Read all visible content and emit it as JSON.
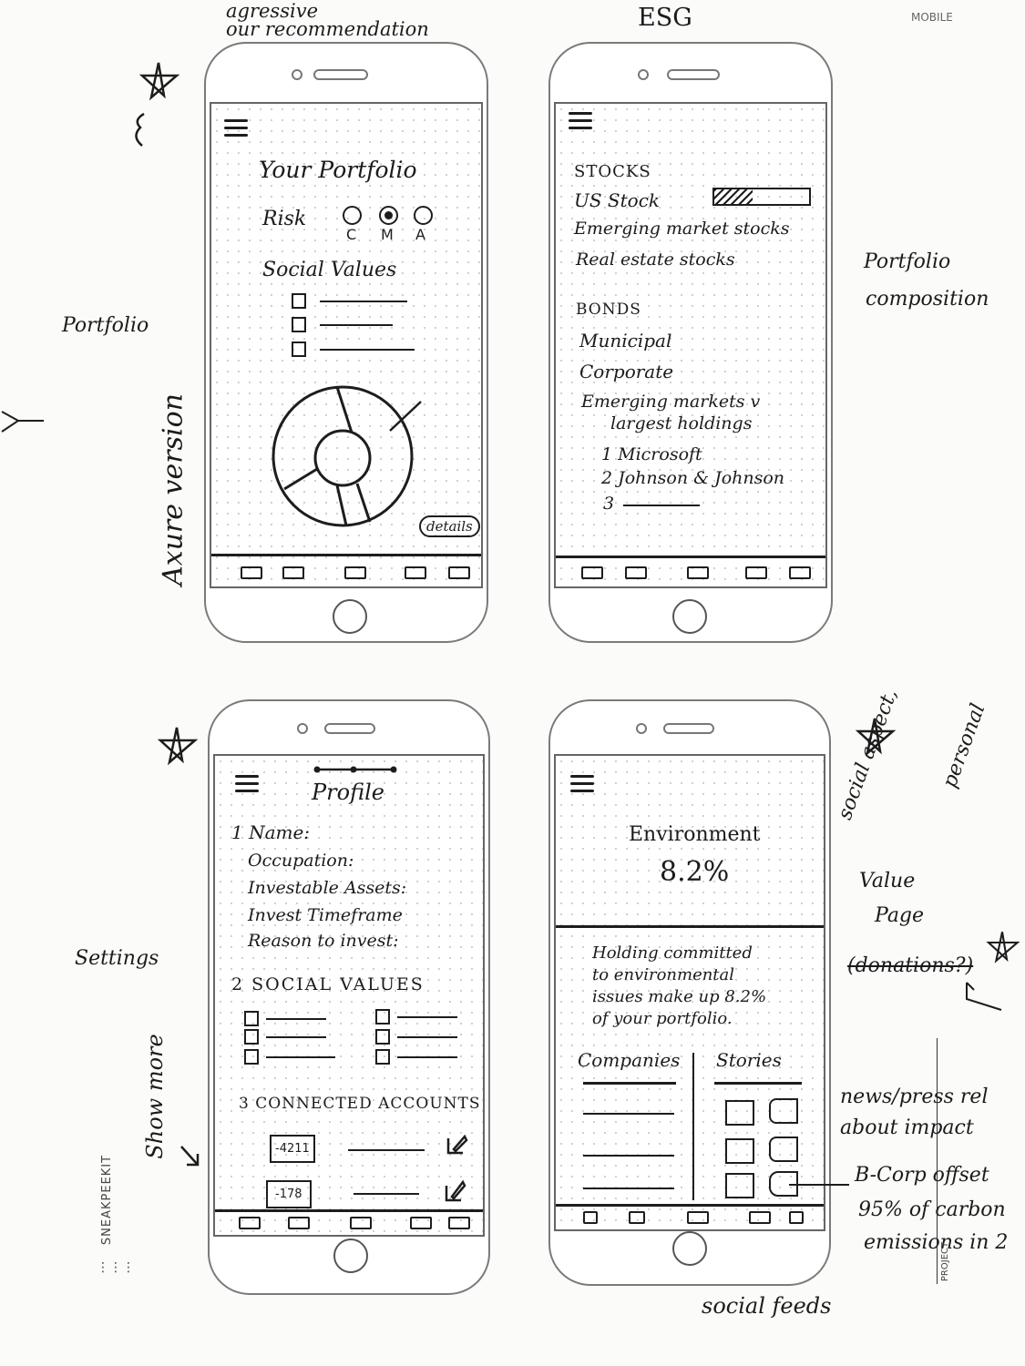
{
  "annotations": {
    "aggressive": "agressive",
    "our_recommendation": "our recommendation",
    "esg": "ESG",
    "mobile": "MOBILE",
    "portfolio": "Portfolio",
    "axure_version": "Axure version",
    "portfolio_composition_1": "Portfolio",
    "portfolio_composition_2": "composition",
    "settings": "Settings",
    "show_more": "Show more",
    "social_aspect_1": "social aspect,",
    "social_aspect_2": "personal",
    "value_page_1": "Value",
    "value_page_2": "Page",
    "donations": "(donations?)",
    "news_1": "news/press rel",
    "news_2": "about impact",
    "bcorp_1": "B-Corp offset",
    "bcorp_2": "95% of carbon",
    "bcorp_3": "emissions in 2",
    "social_feeds": "social feeds",
    "sneakpeekit": "SNEAKPEEKIT",
    "project": "PROJECT"
  },
  "screen1": {
    "title": "Your Portfolio",
    "risk_label": "Risk",
    "risk_options": [
      "C",
      "M",
      "A"
    ],
    "risk_selected": "M",
    "social_values_label": "Social Values",
    "details_button": "details"
  },
  "screen2": {
    "stocks_header": "STOCKS",
    "us_stock": "US Stock",
    "us_stock_bar_fraction": 0.4,
    "emerging_stocks": "Emerging market stocks",
    "real_estate": "Real estate stocks",
    "bonds_header": "BONDS",
    "municipal": "Municipal",
    "corporate": "Corporate",
    "emerging_markets": "Emerging markets v",
    "largest_holdings": "largest holdings",
    "holding_1": "1 Microsoft",
    "holding_2": "2 Johnson & Johnson",
    "holding_3": "3"
  },
  "screen3": {
    "title": "Profile",
    "section1": "1 Name:",
    "occupation": "Occupation:",
    "investable": "Investable Assets:",
    "timeframe": "Invest Timeframe",
    "reason": "Reason to invest:",
    "section2": "2 SOCIAL VALUES",
    "section3": "3 CONNECTED ACCOUNTS",
    "account_1": "-4211",
    "account_2": "-178"
  },
  "screen4": {
    "title": "Environment",
    "percent": "8.2%",
    "body_1": "Holding committed",
    "body_2": "to environmental",
    "body_3": "issues make up 8.2%",
    "body_4": "of your portfolio.",
    "tab_companies": "Companies",
    "tab_stories": "Stories"
  }
}
